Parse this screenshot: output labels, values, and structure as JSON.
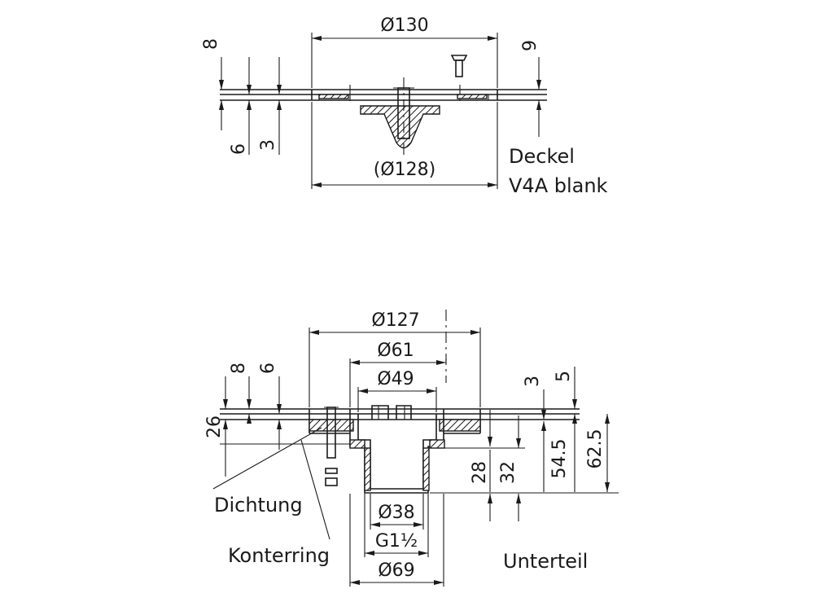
{
  "deckel": {
    "dim_outer": "Ø130",
    "dim_inner": "(Ø128)",
    "dim_8": "8",
    "dim_6": "6",
    "dim_3": "3",
    "dim_9": "9",
    "label_line1": "Deckel",
    "label_line2": "V4A blank"
  },
  "unterteil": {
    "dim_127": "Ø127",
    "dim_61": "Ø61",
    "dim_49": "Ø49",
    "dim_8": "8",
    "dim_6": "6",
    "dim_26": "26",
    "dim_3": "3",
    "dim_5": "5",
    "dim_28": "28",
    "dim_32": "32",
    "dim_54_5": "54.5",
    "dim_62_5": "62.5",
    "dim_38": "Ø38",
    "dim_thread": "G1½",
    "dim_69": "Ø69",
    "label_dichtung": "Dichtung",
    "label_konterring": "Konterring",
    "label_unterteil": "Unterteil"
  }
}
